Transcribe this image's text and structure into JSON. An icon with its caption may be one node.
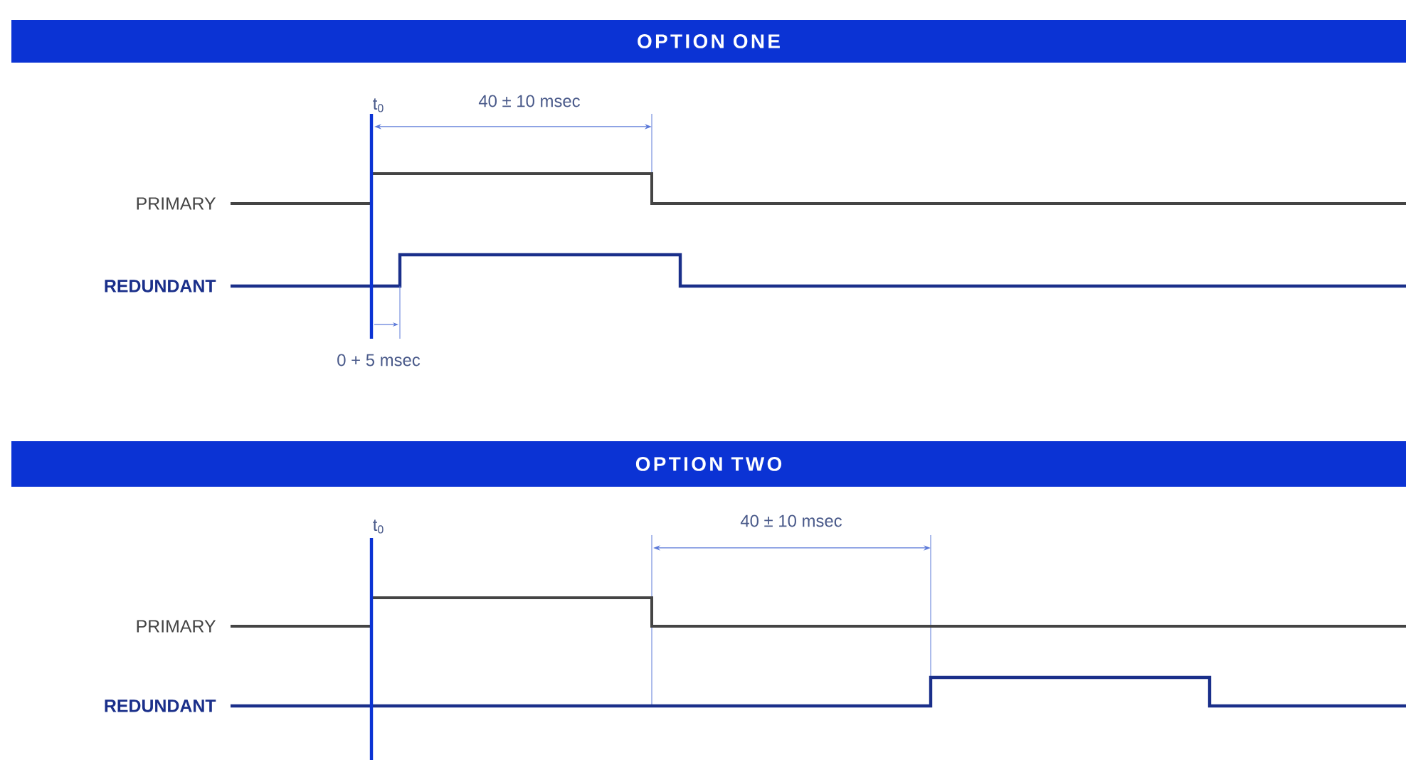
{
  "diagram": {
    "nodes": [
      {
        "text": [
          "OPTION ONE"
        ]
      },
      {
        "text": [
          "OPTION TWO"
        ]
      }
    ],
    "labels": [
      "t$_{0}$",
      "40 ± 10 msec",
      "PRIMARY",
      "REDUNDANT",
      "0 + 5 msec",
      "t$_{0}$",
      "40 ± 10 msec",
      "PRIMARY",
      "REDUNDANT"
    ]
  }
}
